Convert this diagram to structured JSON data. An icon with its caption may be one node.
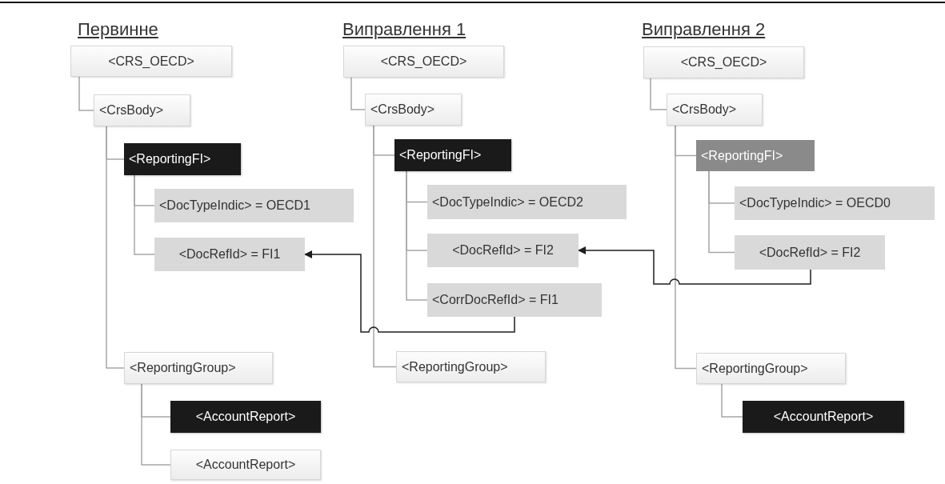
{
  "diagram": {
    "nodes": [
      {
        "text": [
          "<CRS_OECD>"
        ]
      },
      {
        "text": [
          "<CrsBody>"
        ]
      },
      {
        "text": [
          "<ReportingFI>"
        ]
      },
      {
        "text": [
          "<DocTypeIndic> = OECD1"
        ]
      },
      {
        "text": [
          "<DocRefId> = FI1"
        ]
      },
      {
        "text": [
          "<ReportingGroup>"
        ]
      },
      {
        "text": [
          "<AccountReport>"
        ]
      },
      {
        "text": [
          "<AccountReport>"
        ]
      },
      {
        "text": [
          "<CRS_OECD>"
        ]
      },
      {
        "text": [
          "<CrsBody>"
        ]
      },
      {
        "text": [
          "<ReportingFI>"
        ]
      },
      {
        "text": [
          "<DocTypeIndic> = OECD2"
        ]
      },
      {
        "text": [
          "<DocRefId> = FI2"
        ]
      },
      {
        "text": [
          "<CorrDocRefId> = FI1"
        ]
      },
      {
        "text": [
          "<ReportingGroup>"
        ]
      },
      {
        "text": [
          "<CRS_OECD>"
        ]
      },
      {
        "text": [
          "<CrsBody>"
        ]
      },
      {
        "text": [
          "<ReportingFI>"
        ]
      },
      {
        "text": [
          "<DocTypeIndic> = OECD0"
        ]
      },
      {
        "text": [
          "<DocRefId> = FI2"
        ]
      },
      {
        "text": [
          "<ReportingGroup>"
        ]
      },
      {
        "text": [
          "<AccountReport>"
        ]
      }
    ],
    "edges": [
      {
        "from": 0,
        "to": 1,
        "arrow": "none"
      },
      {
        "from": 1,
        "to": 2,
        "arrow": "none"
      },
      {
        "from": 2,
        "to": 3,
        "arrow": "none"
      },
      {
        "from": 2,
        "to": 4,
        "arrow": "none"
      },
      {
        "from": 1,
        "to": 5,
        "arrow": "none"
      },
      {
        "from": 5,
        "to": 6,
        "arrow": "none"
      },
      {
        "from": 5,
        "to": 7,
        "arrow": "none"
      },
      {
        "from": 8,
        "to": 9,
        "arrow": "none"
      },
      {
        "from": 9,
        "to": 10,
        "arrow": "none"
      },
      {
        "from": 10,
        "to": 11,
        "arrow": "none"
      },
      {
        "from": 10,
        "to": 12,
        "arrow": "none"
      },
      {
        "from": 10,
        "to": 13,
        "arrow": "none"
      },
      {
        "from": 9,
        "to": 14,
        "arrow": "none"
      },
      {
        "from": 15,
        "to": 16,
        "arrow": "none"
      },
      {
        "from": 16,
        "to": 17,
        "arrow": "none"
      },
      {
        "from": 17,
        "to": 18,
        "arrow": "none"
      },
      {
        "from": 17,
        "to": 19,
        "arrow": "none"
      },
      {
        "from": 16,
        "to": 20,
        "arrow": "none"
      },
      {
        "from": 20,
        "to": 21,
        "arrow": "none"
      },
      {
        "from": 13,
        "to": 4,
        "arrow": "to",
        "color": "#1e1e1e"
      },
      {
        "from": 19,
        "to": 12,
        "arrow": "to",
        "color": "#1e1e1e"
      }
    ],
    "labels": [
      "Первинне",
      "Виправлення 1",
      "Виправлення 2"
    ]
  }
}
